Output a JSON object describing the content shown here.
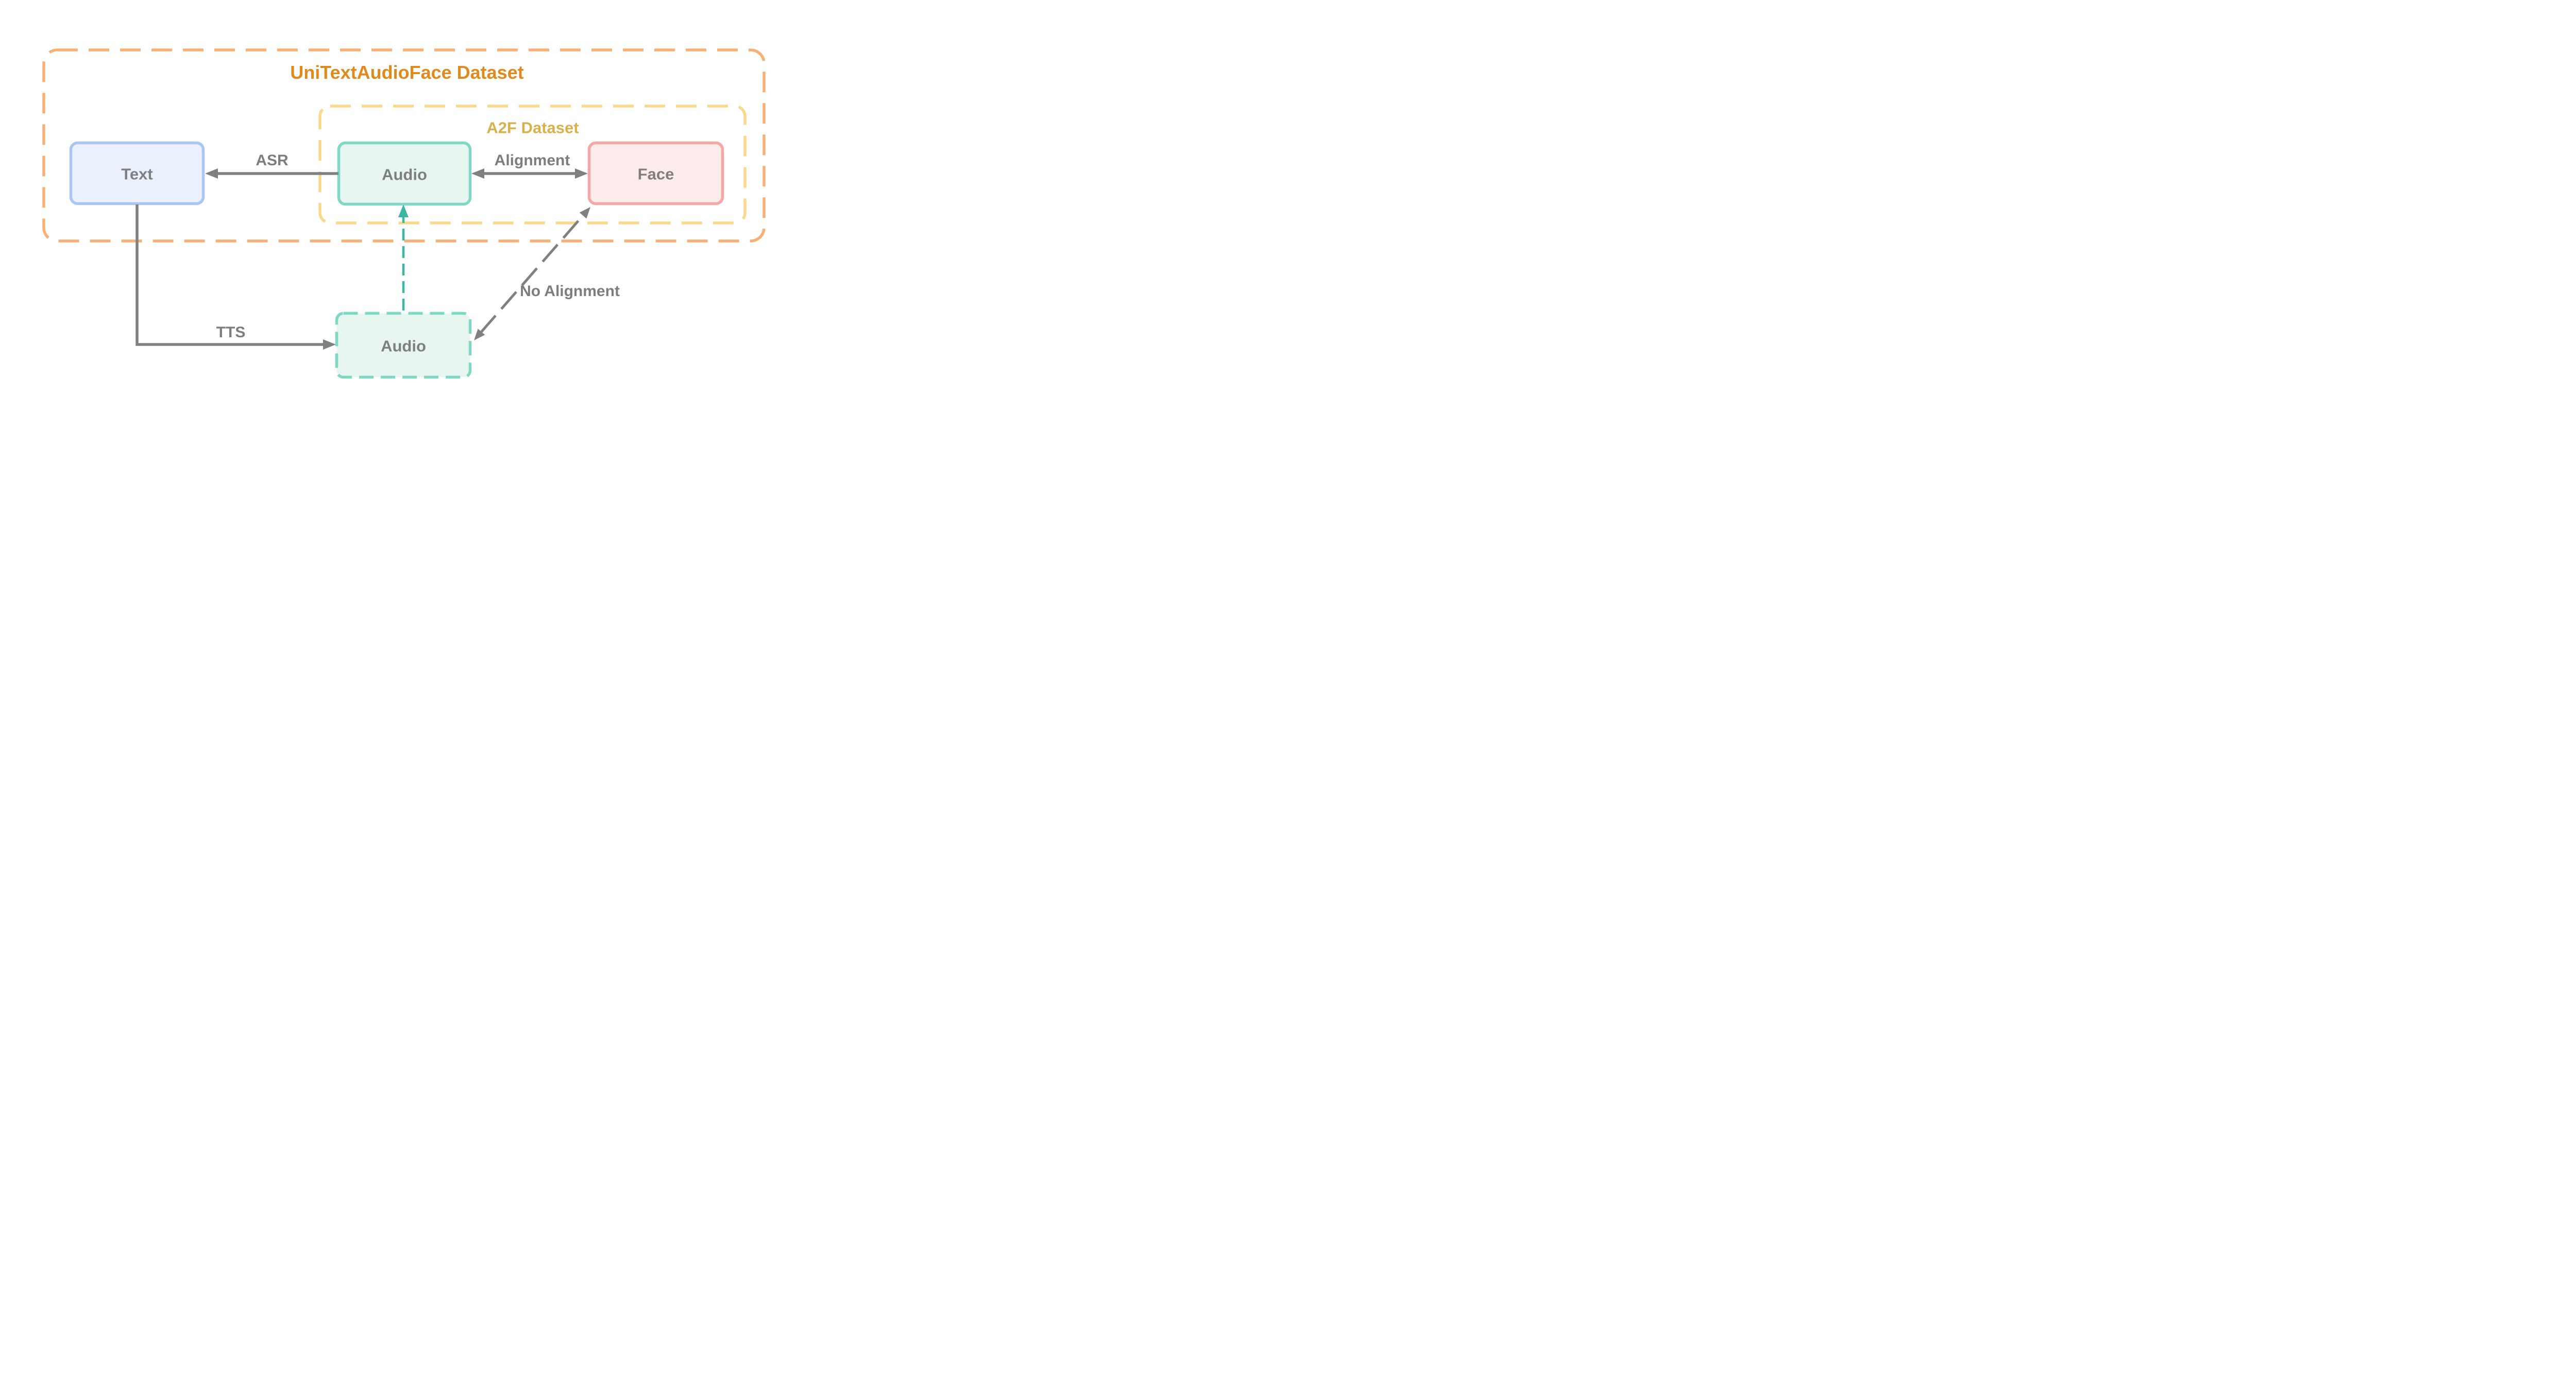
{
  "diagram": {
    "outer_group": {
      "label": "UniTextAudioFace Dataset"
    },
    "inner_group": {
      "label": "A2F Dataset"
    },
    "nodes": {
      "text": {
        "label": "Text"
      },
      "audio_real": {
        "label": "Audio"
      },
      "face": {
        "label": "Face"
      },
      "audio_tts": {
        "label": "Audio"
      }
    },
    "edges": {
      "asr": {
        "label": "ASR"
      },
      "alignment": {
        "label": "Alignment"
      },
      "tts": {
        "label": "TTS"
      },
      "no_alignment": {
        "label": "No Alignment"
      }
    },
    "colors": {
      "outer_border": "#F9B077",
      "outer_title": "#E08A1E",
      "inner_border": "#FAD98D",
      "inner_title": "#D8B04C",
      "text_node_border": "#A9C7F2",
      "text_node_fill": "#EAF1FC",
      "audio_node_border": "#7FD8C4",
      "audio_node_fill": "#E7F6F1",
      "face_node_border": "#F6A6A6",
      "face_node_fill": "#FCEBEB",
      "edge_gray": "#808080",
      "edge_label_gray": "#7D7D7D",
      "audio_link_teal": "#3DB5A3",
      "background": "#FFFFFF"
    }
  }
}
